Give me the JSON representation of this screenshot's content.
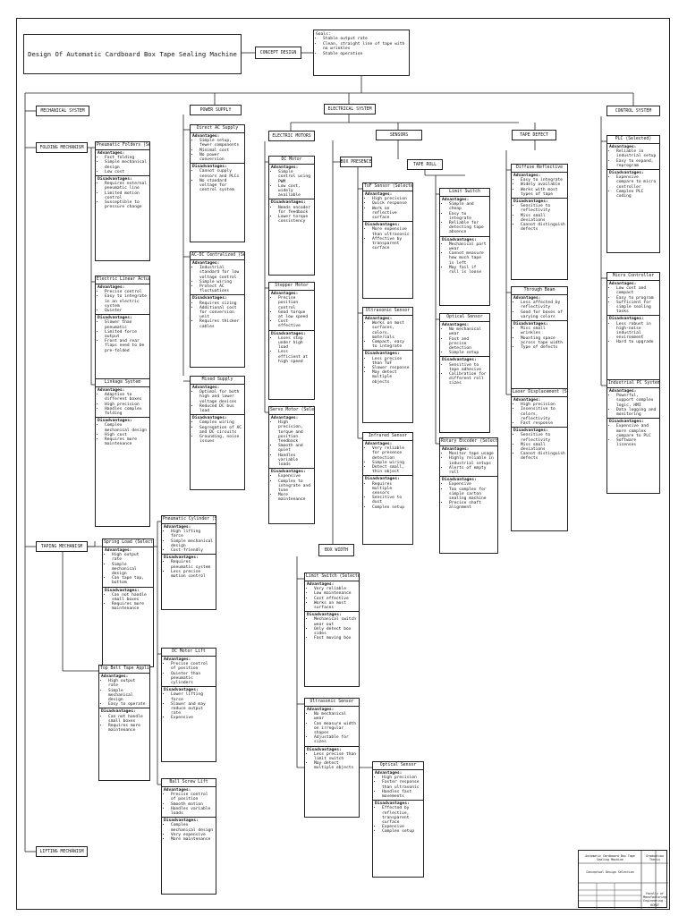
{
  "title": "Design Of Automatic Cardboard Box Tape Sealing Machine",
  "concept": "CONCEPT DESIGN",
  "goals": {
    "label": "Goals:",
    "items": [
      "Stable output rate",
      "Clean, straight line of tape with no wrinkles",
      "Stable operation"
    ]
  },
  "headers": {
    "mechanical": "MECHANICAL SYSTEM",
    "power": "POWER SUPPLY",
    "electrical": "ELECTRICAL SYSTEM",
    "control": "CONTROL SYSTEM",
    "motors": "ELECTRIC MOTORS",
    "sensors": "SENSORS",
    "tape_defect": "TAPE DEFECT",
    "box_presence": "BOX PRESENCE",
    "tape_roll": "TAPE ROLL",
    "box_width": "BOX WIDTH",
    "folding": "FOLDING MECHANISM",
    "taping": "TAPING MECHANISM",
    "lifting": "LIFTING MECHANISM"
  },
  "boxes": [
    {
      "id": "pneumatic-folders",
      "title": "Pneumatic Folders (Selected)",
      "adv": [
        "Fast folding",
        "Simple mechanical design",
        "Low cost"
      ],
      "dis": [
        "Requires external pneumatic line",
        "Limited motion control",
        "Susceptible to pressure change"
      ]
    },
    {
      "id": "linear-actuator",
      "title": "Electric Linear Actuator",
      "adv": [
        "Precise control",
        "Easy to integrate in an electric system",
        "Quieter"
      ],
      "dis": [
        "Slower than pneumatic",
        "Limited force output",
        "Front and rear flaps need to be pre-folded"
      ]
    },
    {
      "id": "linkage-system",
      "title": "Linkage System",
      "adv": [
        "Adaptive to different boxes",
        "High precision",
        "Handles complex folding"
      ],
      "dis": [
        "Complex mechanical design",
        "High cost",
        "Requires more maintenance"
      ]
    },
    {
      "id": "spring-load",
      "title": "Spring Load (Selected)",
      "adv": [
        "High output rate",
        "Simple mechanical design",
        "Can tape top, bottom"
      ],
      "dis": [
        "Can not handle small boxes",
        "Requires more maintenance"
      ]
    },
    {
      "id": "top-belt",
      "title": "Top Belt Tape Applier",
      "adv": [
        "High output rate",
        "Simple mechanical design",
        "Easy to operate"
      ],
      "dis": [
        "Can not handle small boxes",
        "Requires more maintenance"
      ]
    },
    {
      "id": "pneumatic-cylinder",
      "title": "Pneumatic Cylinder (Selected)",
      "adv": [
        "High lifting force",
        "Simple mechanical design",
        "Cost-friendly"
      ],
      "dis": [
        "Requires pneumatic system",
        "Less precise motion control"
      ]
    },
    {
      "id": "dc-lift",
      "title": "DC Motor Lift",
      "adv": [
        "Precise control of position",
        "Quieter than pneumatic cylinders"
      ],
      "dis": [
        "Lower lifting force",
        "Slower and may reduce output rate",
        "Expensive"
      ]
    },
    {
      "id": "ball-screw",
      "title": "Ball Screw Lift",
      "adv": [
        "Precise control of position",
        "Smooth motion",
        "Handles variable loads"
      ],
      "dis": [
        "Complex mechanical design",
        "Very expensive",
        "More maintenance"
      ]
    },
    {
      "id": "direct-ac",
      "title": "Direct AC Supply",
      "adv": [
        "Simple setup, fewer components",
        "Minimal cost",
        "No power conversion"
      ],
      "dis": [
        "Cannot supply sensors and PLCs",
        "No standard voltage for control system"
      ]
    },
    {
      "id": "ac-dc",
      "title": "AC-DC Centralized (Selected)",
      "adv": [
        "Industrial standard for low voltage control",
        "Simple wiring",
        "Protect AC fluctuations"
      ],
      "dis": [
        "Requires sizing",
        "Additional cost for conversion unit",
        "Requires thicker cables"
      ]
    },
    {
      "id": "mixed-supply",
      "title": "Mixed Supply",
      "adv": [
        "Optimal for both high and lower voltage devices",
        "Reduced DC bus load"
      ],
      "dis": [
        "Complex wiring",
        "Segregation of AC and DC circuits",
        "Grounding, noise issues"
      ]
    },
    {
      "id": "dc-motor",
      "title": "DC Motor",
      "adv": [
        "Simple control using PWM",
        "Low cost, widely available"
      ],
      "dis": [
        "Needs encoder for feedback",
        "Lower torque consistency"
      ]
    },
    {
      "id": "stepper",
      "title": "Stepper Motor",
      "adv": [
        "Precise position control",
        "Good torque at low speed",
        "Cost effective"
      ],
      "dis": [
        "Loses step under high load",
        "Less efficient at high speed"
      ]
    },
    {
      "id": "servo",
      "title": "Servo Motor (Selected)",
      "adv": [
        "High precision, torque and position feedback",
        "Smooth and quiet",
        "Handles variable loads"
      ],
      "dis": [
        "Expensive",
        "Complex to integrate and tune",
        "More maintenance"
      ]
    },
    {
      "id": "tof-sensor",
      "title": "ToF Sensor (Selected)",
      "adv": [
        "High precision",
        "Quick response",
        "Work on reflective surface"
      ],
      "dis": [
        "More expensive than ultrasonic",
        "Affective by transparent surface"
      ]
    },
    {
      "id": "ultrasonic-presence",
      "title": "Ultrasonic Sensor",
      "adv": [
        "Works on most surfaces, colors, materials",
        "Compact, easy to integrate"
      ],
      "dis": [
        "Less precise than ToF",
        "Slower response",
        "May detect multiple objects"
      ]
    },
    {
      "id": "infrared",
      "title": "Infrared Sensor",
      "adv": [
        "Very reliable for presence detection",
        "Simple wiring",
        "Detect small, thin object"
      ],
      "dis": [
        "Requires multiple sensors",
        "Sensitive to dust",
        "Complex setup"
      ]
    },
    {
      "id": "limit-switch-roll",
      "title": "Limit Switch",
      "adv": [
        "Simple and cheap",
        "Easy to integrate",
        "Reliable for detecting tape absence"
      ],
      "dis": [
        "Mechanical part wear",
        "Cannot measure how much tape is left",
        "May fail if roll is loose"
      ]
    },
    {
      "id": "optical-roll",
      "title": "Optical Sensor",
      "adv": [
        "No mechanical wear",
        "Fast and precise detection",
        "Simple setup"
      ],
      "dis": [
        "Sensitive to tape adhesive",
        "Calibration for different roll sizes"
      ]
    },
    {
      "id": "rotary-encoder",
      "title": "Rotary Encoder (Selected)",
      "adv": [
        "Monitor tape usage",
        "Highly reliable in industrial setups",
        "Alerts of empty roll"
      ],
      "dis": [
        "Expensive",
        "Too complex for simple carton sealing machine",
        "Precise shaft alignment"
      ]
    },
    {
      "id": "diffuse",
      "title": "Diffuse Reflective",
      "adv": [
        "Easy to integrate",
        "Widely available",
        "Works with most types of tape"
      ],
      "dis": [
        "Sensitive to reflectivity",
        "Miss small deviations",
        "Cannot distinguish defects"
      ]
    },
    {
      "id": "through-beam",
      "title": "Through Beam",
      "adv": [
        "Less affected by reflectivity",
        "Good for boxes of varying colors"
      ],
      "dis": [
        "Miss small wrinkles",
        "Mounting space across tape width",
        "Type of defects"
      ]
    },
    {
      "id": "laser-displacement",
      "title": "Laser Displacement (Selected)",
      "adv": [
        "High precision",
        "Insensitive to colors, reflectivity",
        "Fast response"
      ],
      "dis": [
        "Sensitive to reflectivity",
        "Miss small deviations",
        "Cannot distinguish defects"
      ]
    },
    {
      "id": "limit-switch-width",
      "title": "Limit Switch (Selected)",
      "adv": [
        "Very reliable",
        "Low maintenance",
        "Cost effective",
        "Works on most surfaces"
      ],
      "dis": [
        "Mechanical switch wear out",
        "Only detect box sides",
        "Fast moving box"
      ]
    },
    {
      "id": "ultrasonic-width",
      "title": "Ultrasonic Sensor",
      "adv": [
        "No mechanical wear",
        "Can measure width on irregular shapes",
        "Adjustable for sizes"
      ],
      "dis": [
        "Less precise than limit switch",
        "May detect multiple objects"
      ]
    },
    {
      "id": "optical-width",
      "title": "Optical Sensor",
      "adv": [
        "High precision",
        "Faster response than ultrasonic",
        "Handles fast movements"
      ],
      "dis": [
        "Effected by reflective, transparent surface",
        "Expensive",
        "Complex setup"
      ]
    },
    {
      "id": "plc",
      "title": "PLC (Selected)",
      "adv": [
        "Reliable in industrial setup",
        "Easy to expand, reprogram"
      ],
      "dis": [
        "Expensive compare to micro controller",
        "Complex PLC coding"
      ]
    },
    {
      "id": "micro",
      "title": "Micro Controller",
      "adv": [
        "Low cost and compact",
        "Easy to program",
        "Sufficient for simple sealing tasks"
      ],
      "dis": [
        "Less robust in high-noise industrial environment",
        "Hard to upgrade"
      ]
    },
    {
      "id": "industrial-pc",
      "title": "Industrial PC System",
      "adv": [
        "Powerful, support complex logic, HMI",
        "Data logging and monitoring"
      ],
      "dis": [
        "Expensive and more complex compare to PLC",
        "Software licenses"
      ]
    }
  ],
  "labels": {
    "advantages": "Advantages:",
    "disadvantages": "Disadvantages:"
  },
  "title_block": {
    "project": "Automatic Cardboard Box Tape Sealing Machine",
    "subject": "Graduation Thesis",
    "drawing": "Conceptual Design Selection",
    "org": "Faculty of Manufacturing Engineering - HCMUT"
  }
}
